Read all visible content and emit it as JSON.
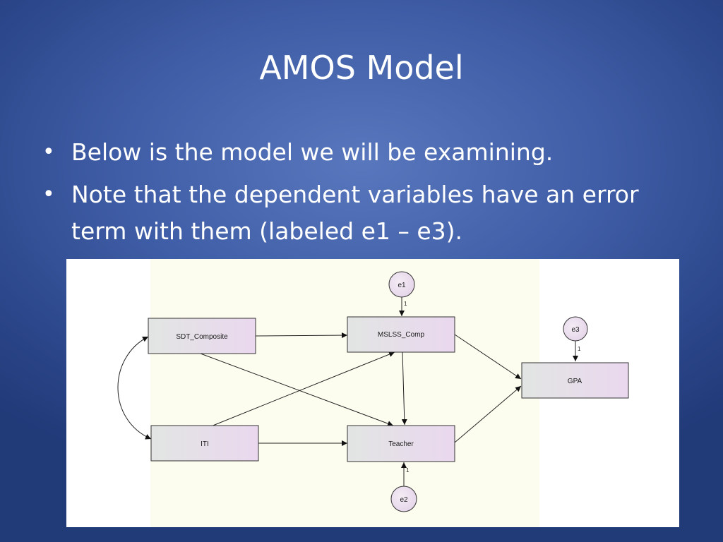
{
  "slide": {
    "title": "AMOS Model",
    "bullets": [
      "Below is the model we will be examining.",
      "Note that the dependent variables have an error term with them (labeled e1 – e3)."
    ]
  },
  "diagram": {
    "observed_variables": {
      "sdt_composite": "SDT_Composite",
      "iti": "ITI",
      "mslss_comp": "MSLSS_Comp",
      "teacher": "Teacher",
      "gpa": "GPA"
    },
    "error_terms": {
      "e1": "e1",
      "e2": "e2",
      "e3": "e3"
    },
    "path_weights": {
      "e1": "1",
      "e2": "1",
      "e3": "1"
    },
    "colors": {
      "slide_background": "#3f5da6",
      "canvas_background": "#fdfdef",
      "box_gradient_start": "#e2e5e3",
      "box_gradient_end": "#ead8ef",
      "stroke": "#333333"
    }
  }
}
